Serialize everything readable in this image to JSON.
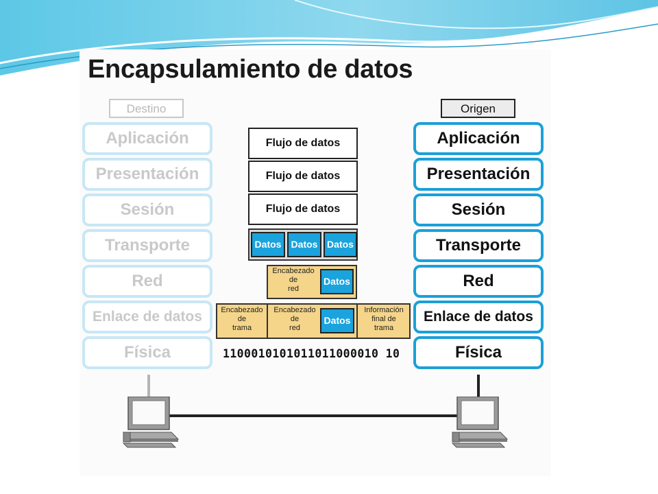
{
  "title": "Encapsulamiento de datos",
  "destino": {
    "label": "Destino",
    "layers": [
      "Aplicación",
      "Presentación",
      "Sesión",
      "Transporte",
      "Red",
      "Enlace de datos",
      "Física"
    ]
  },
  "origen": {
    "label": "Origen",
    "layers": [
      "Aplicación",
      "Presentación",
      "Sesión",
      "Transporte",
      "Red",
      "Enlace de datos",
      "Física"
    ]
  },
  "pdus": {
    "flujo": [
      "Flujo de datos",
      "Flujo de datos",
      "Flujo de datos"
    ],
    "segments": [
      "Datos",
      "Datos",
      "Datos"
    ],
    "packet": {
      "header": "Encabezado\nde\nred",
      "data": "Datos"
    },
    "frame": {
      "frame_header": "Encabezado\nde\ntrama",
      "network_header": "Encabezado\nde\nred",
      "data": "Datos",
      "trailer": "Información\nfinal de\ntrama"
    },
    "bits": "1100010101011011000010 10"
  },
  "colors": {
    "layer_border": "#1ba0d8",
    "layer_border_faded": "#c8e7f5",
    "datos_fill": "#1aa3dd",
    "header_fill": "#f5d58a"
  },
  "icons": [
    "computer-icon",
    "computer-icon"
  ]
}
